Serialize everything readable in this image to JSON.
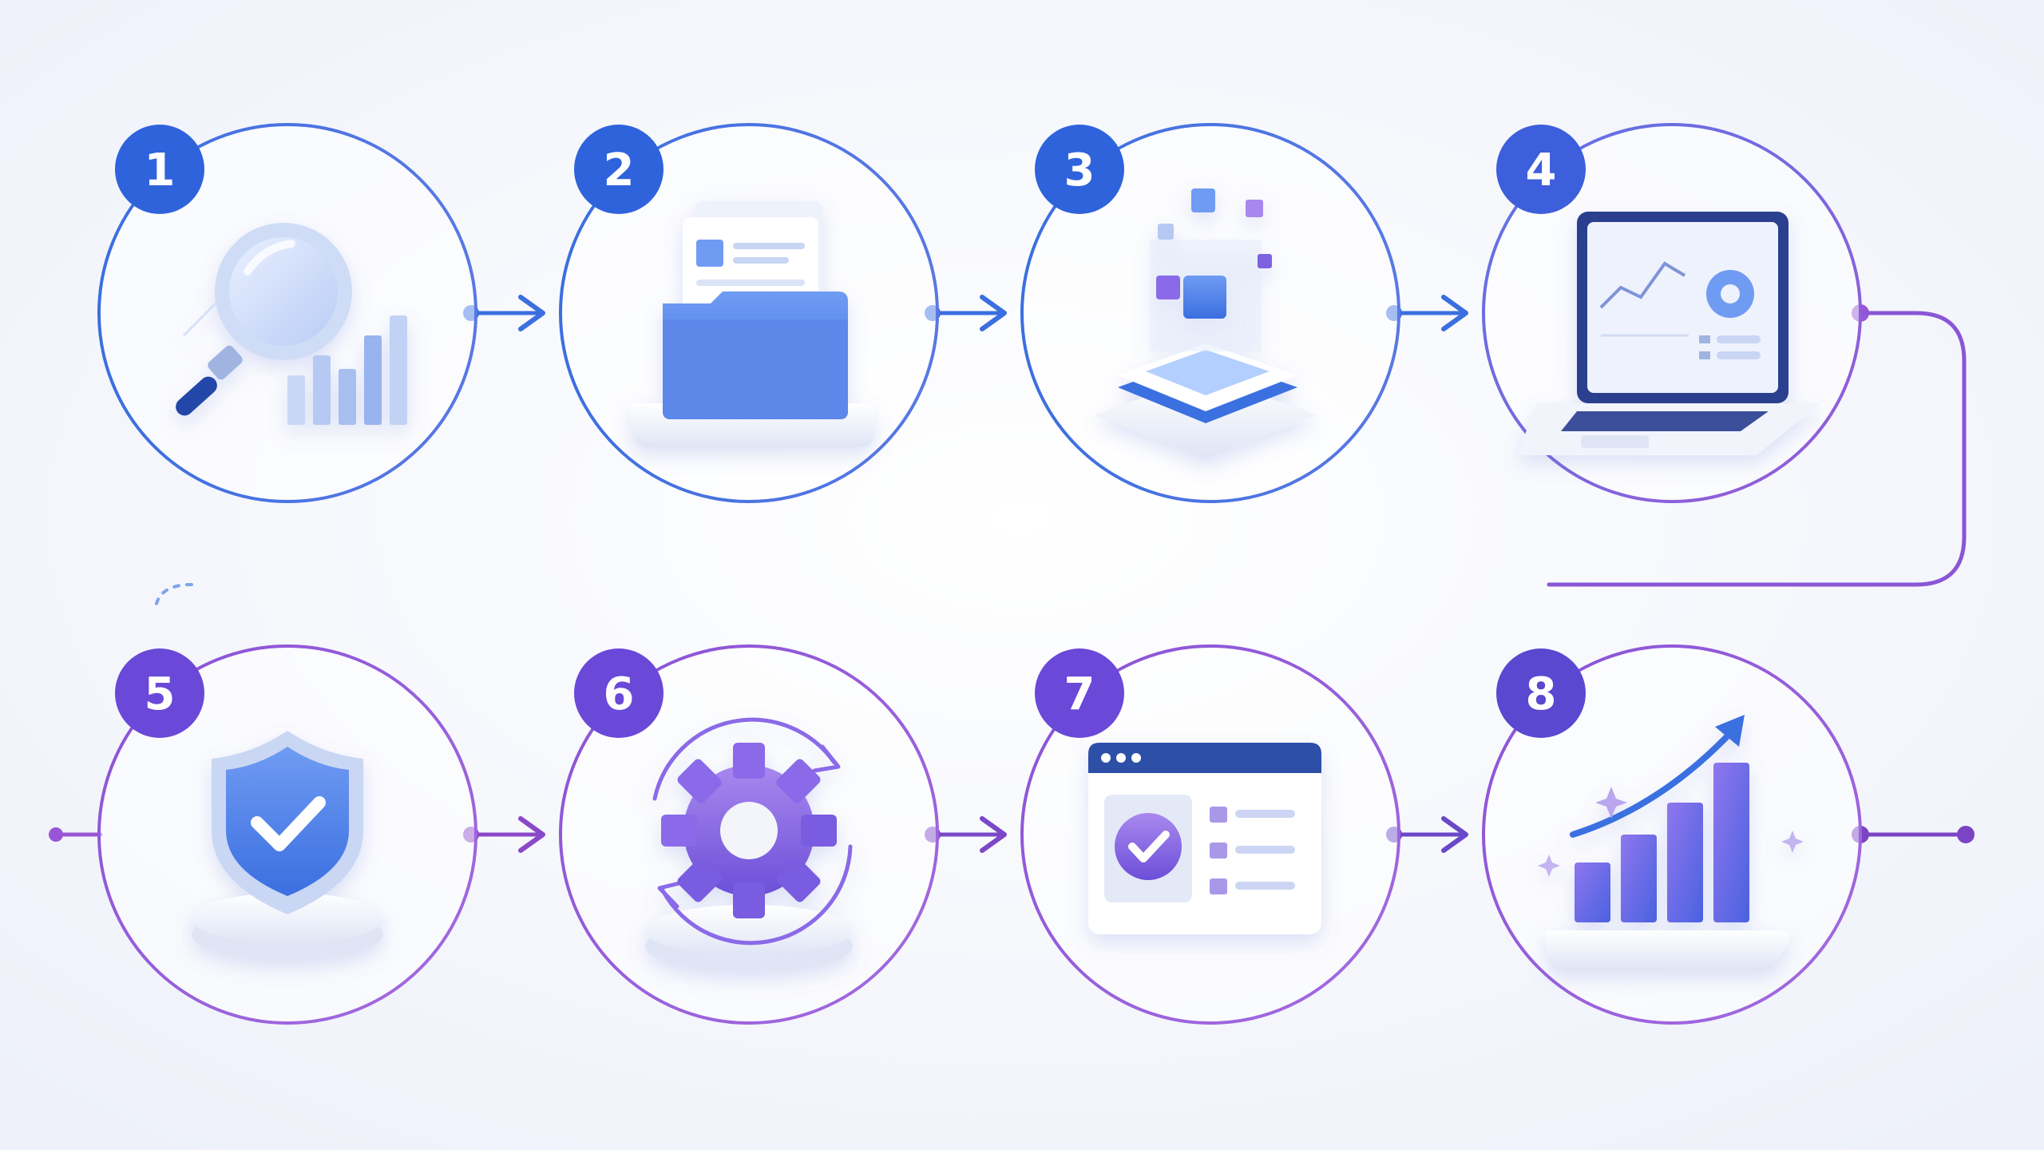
{
  "colors": {
    "background": "#f3f5fb",
    "blue": "#3b6fe0",
    "blue_light": "#6f9bf2",
    "violet": "#8a52d6",
    "violet_light": "#b28ce8",
    "badge_blue": "#2f63dc",
    "badge_violet": "#6a48d8"
  },
  "steps": [
    {
      "number": "1",
      "icon": "magnifier-chart-icon"
    },
    {
      "number": "2",
      "icon": "folder-documents-icon"
    },
    {
      "number": "3",
      "icon": "data-cubes-platform-icon"
    },
    {
      "number": "4",
      "icon": "laptop-dashboard-icon"
    },
    {
      "number": "5",
      "icon": "shield-check-icon"
    },
    {
      "number": "6",
      "icon": "gear-cycle-icon"
    },
    {
      "number": "7",
      "icon": "browser-checklist-icon"
    },
    {
      "number": "8",
      "icon": "growth-bar-chart-icon"
    }
  ]
}
